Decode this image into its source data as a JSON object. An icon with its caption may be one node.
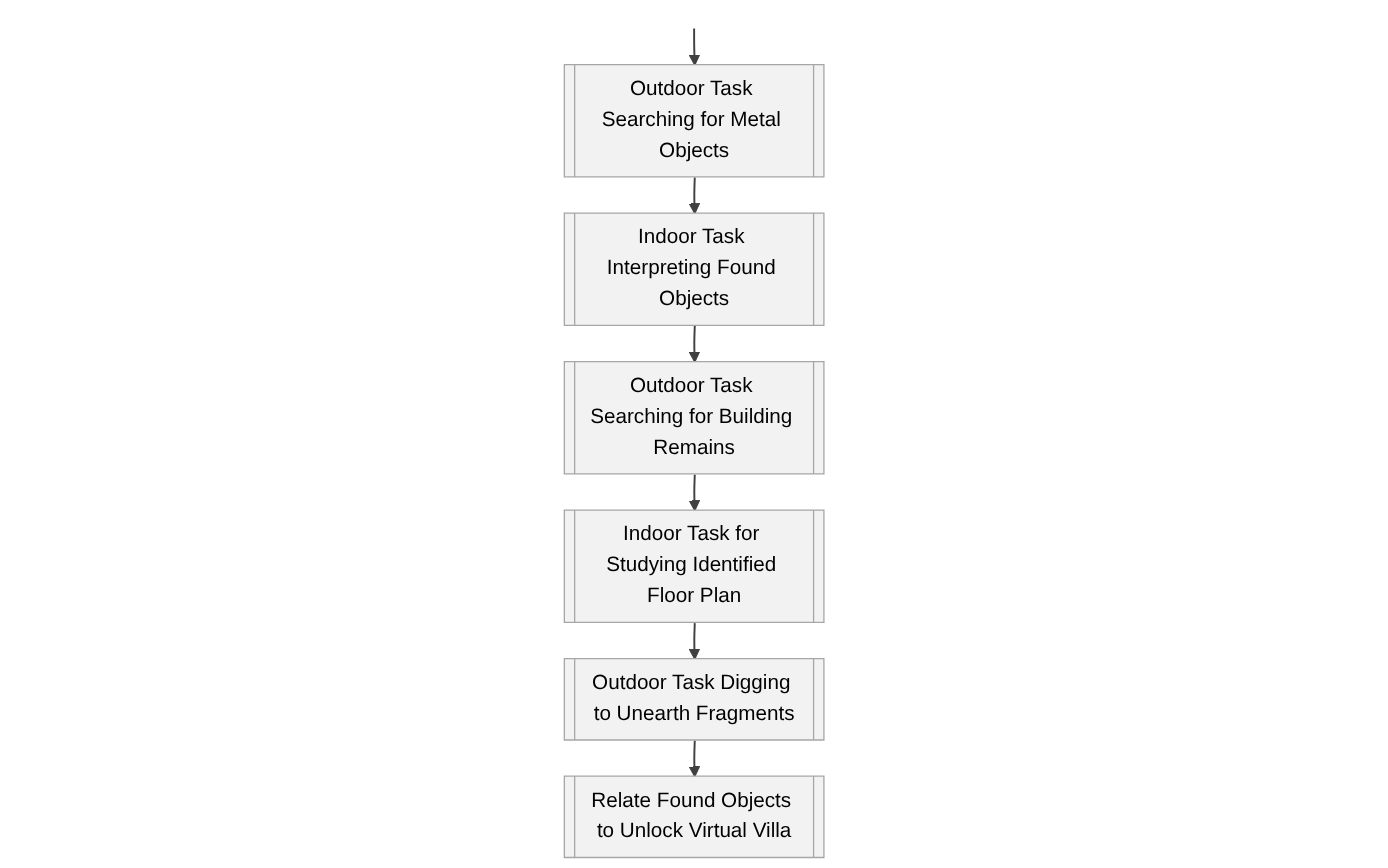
{
  "diagram": {
    "nodes": [
      {
        "text": [
          "Outdoor Task Searching for Metal Objects"
        ]
      },
      {
        "text": [
          "Indoor Task Interpreting Found Objects"
        ]
      },
      {
        "text": [
          "Outdoor Task Searching for Building Remains"
        ]
      },
      {
        "text": [
          "Indoor Task for Studying Identified Floor Plan"
        ]
      },
      {
        "text": [
          "Outdoor Task Digging to Unearth Fragments"
        ]
      },
      {
        "text": [
          "Relate Found Objects to Unlock Virtual Villa"
        ]
      }
    ],
    "edges": [
      {
        "from": null,
        "to": 0,
        "arrow": "to"
      },
      {
        "from": 0,
        "to": 1,
        "arrow": "to"
      },
      {
        "from": 1,
        "to": 2,
        "arrow": "to"
      },
      {
        "from": 2,
        "to": 3,
        "arrow": "to"
      },
      {
        "from": 3,
        "to": 4,
        "arrow": "to"
      },
      {
        "from": 4,
        "to": 5,
        "arrow": "to"
      }
    ]
  }
}
